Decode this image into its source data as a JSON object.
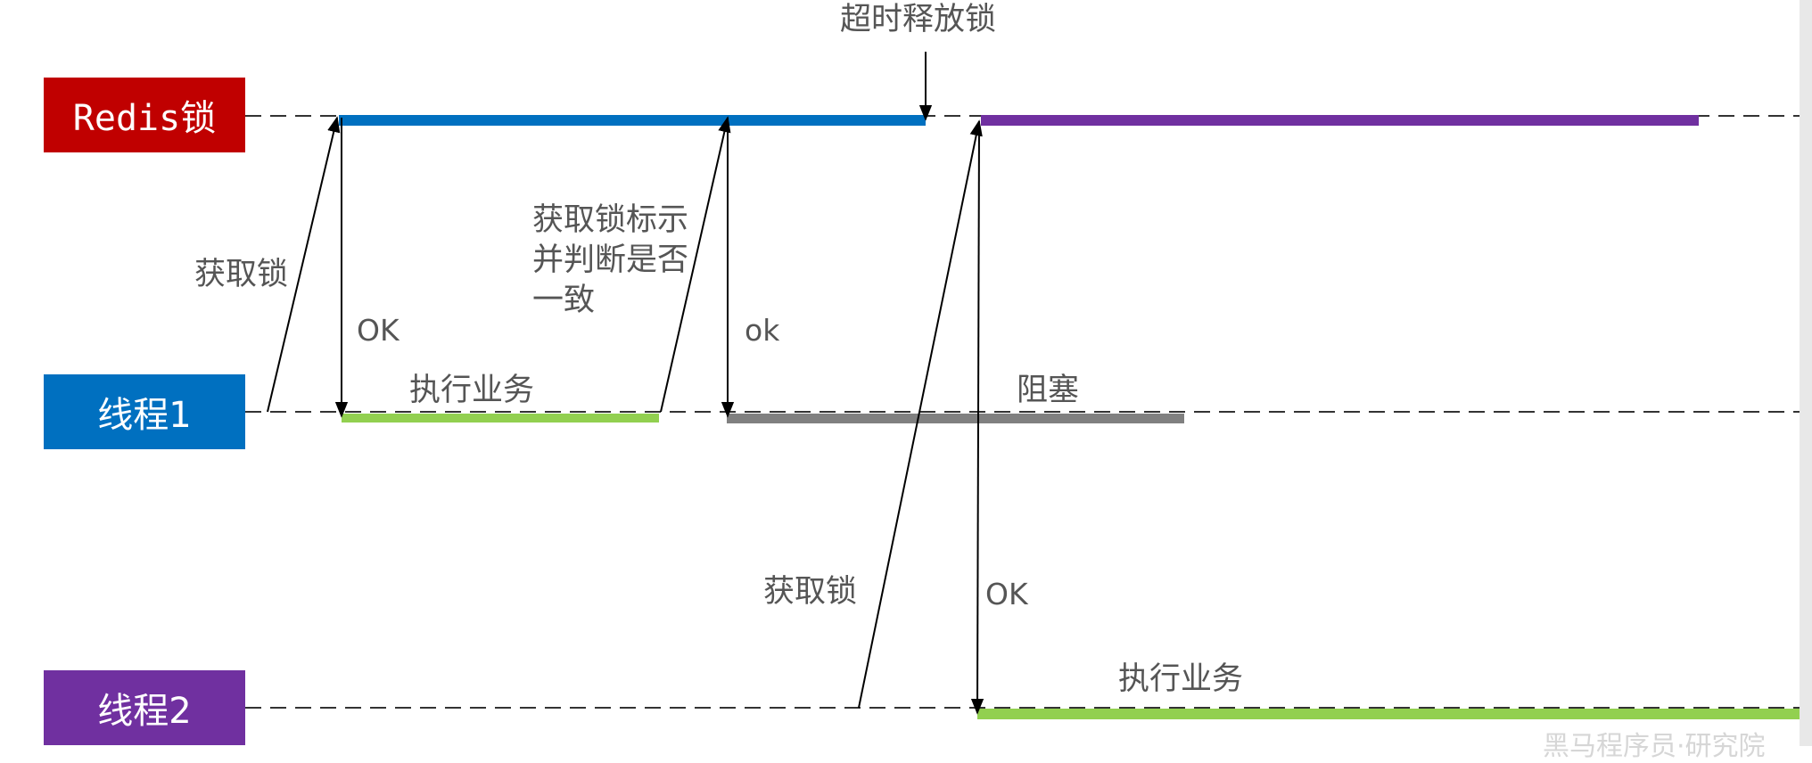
{
  "lanes": {
    "redis": {
      "label": "Redis锁",
      "color": "#c00000"
    },
    "thread1": {
      "label": "线程1",
      "color": "#0070c0"
    },
    "thread2": {
      "label": "线程2",
      "color": "#7030a0"
    }
  },
  "labels": {
    "timeout_release": "超时释放锁",
    "acquire_lock_1": "获取锁",
    "ok_1": "OK",
    "execute_1": "执行业务",
    "check_line1": "获取锁标示",
    "check_line2": "并判断是否",
    "check_line3": "一致",
    "ok_2": "ok",
    "blocked": "阻塞",
    "acquire_lock_2": "获取锁",
    "ok_3": "OK",
    "execute_2": "执行业务"
  },
  "colors": {
    "lock_held_thread1": "#0070c0",
    "lock_held_thread2": "#7030a0",
    "business": "#92d050",
    "blocked": "#808080",
    "dashed_line": "#333333",
    "arrow": "#000000"
  },
  "watermark": "黑马程序员·研究院"
}
